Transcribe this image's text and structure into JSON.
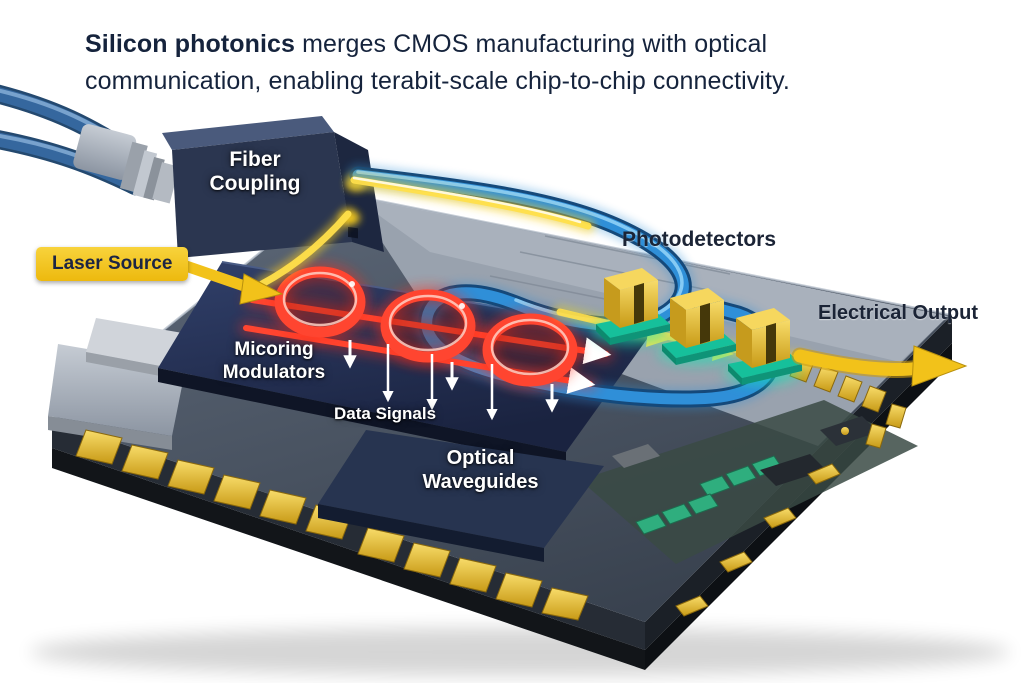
{
  "headline": {
    "bold": "Silicon photonics",
    "line1_rest": " merges CMOS manufacturing with optical",
    "line2": "communication, enabling terabit-scale chip-to-chip connectivity."
  },
  "labels": {
    "fiber_coupling": "Fiber\nCoupling",
    "laser_source": "Laser Source",
    "photodetectors": "Photodetectors",
    "electrical_output": "Electrical Output",
    "microring_modulators": "Micoring\nModulators",
    "data_signals": "Data Signals",
    "optical_waveguides": "Optical\nWaveguides"
  },
  "colors": {
    "background": "#ffffff",
    "headline_navy": "#15233c",
    "accent_yellow": "#f2c21a",
    "laser_glow": "#ffdf4a",
    "modulator_red": "#ff4530",
    "waveguide_blue": "#2f8fd8",
    "detector_teal": "#17c9a2",
    "chip_navy": "#232d44",
    "board_slate": "#4a5464",
    "gold": "#d9a520"
  }
}
